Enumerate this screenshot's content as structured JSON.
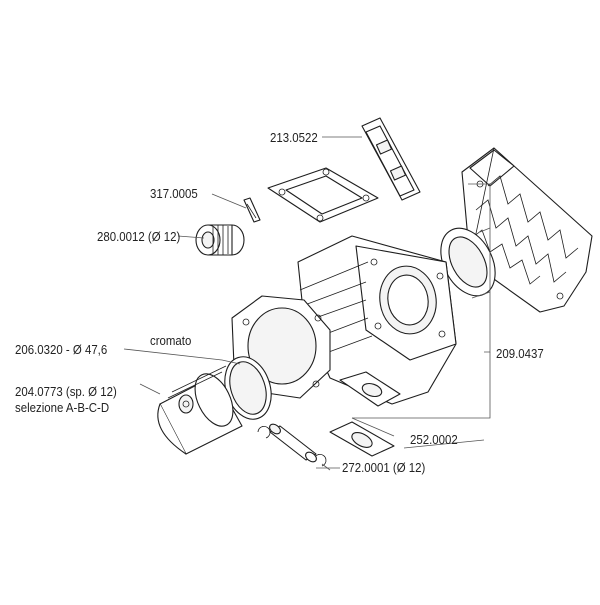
{
  "parts": [
    {
      "code": "213.0522",
      "part": "reed-valve"
    },
    {
      "code": "317.0005",
      "part": "piston-pin-clip"
    },
    {
      "code": "280.0012 (Ø 12)",
      "part": "needle-bearing"
    },
    {
      "code": "206.0320 - Ø 47,6",
      "part": "piston-ring"
    },
    {
      "code": "cromato",
      "part": "cylinder-finish-note"
    },
    {
      "code": "204.0773 (sp. Ø 12)",
      "part": "piston"
    },
    {
      "code": "selezione A-B-C-D",
      "part": "piston-selection-note"
    },
    {
      "code": "209.0437",
      "part": "cylinder-kit"
    },
    {
      "code": "252.0002",
      "part": "exhaust-gasket"
    },
    {
      "code": "272.0001 (Ø 12)",
      "part": "wrist-pin"
    }
  ]
}
